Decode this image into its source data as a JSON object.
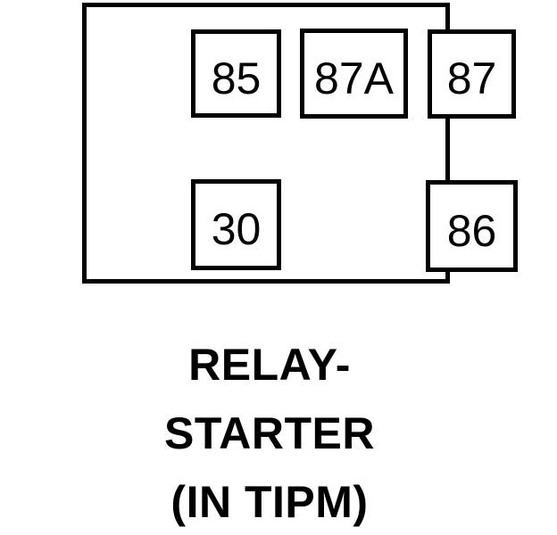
{
  "diagram": {
    "type": "relay-pinout",
    "pins": {
      "top_row": [
        {
          "id": "pin-85",
          "label": "85"
        },
        {
          "id": "pin-87a",
          "label": "87A"
        },
        {
          "id": "pin-87",
          "label": "87"
        }
      ],
      "bottom_row": [
        {
          "id": "pin-30",
          "label": "30"
        },
        {
          "id": "pin-86",
          "label": "86"
        }
      ]
    },
    "caption": {
      "line1": "RELAY-",
      "line2": "STARTER",
      "line3": "(IN TIPM)"
    },
    "colors": {
      "line": "#000000",
      "background": "#ffffff",
      "text": "#000000"
    }
  }
}
